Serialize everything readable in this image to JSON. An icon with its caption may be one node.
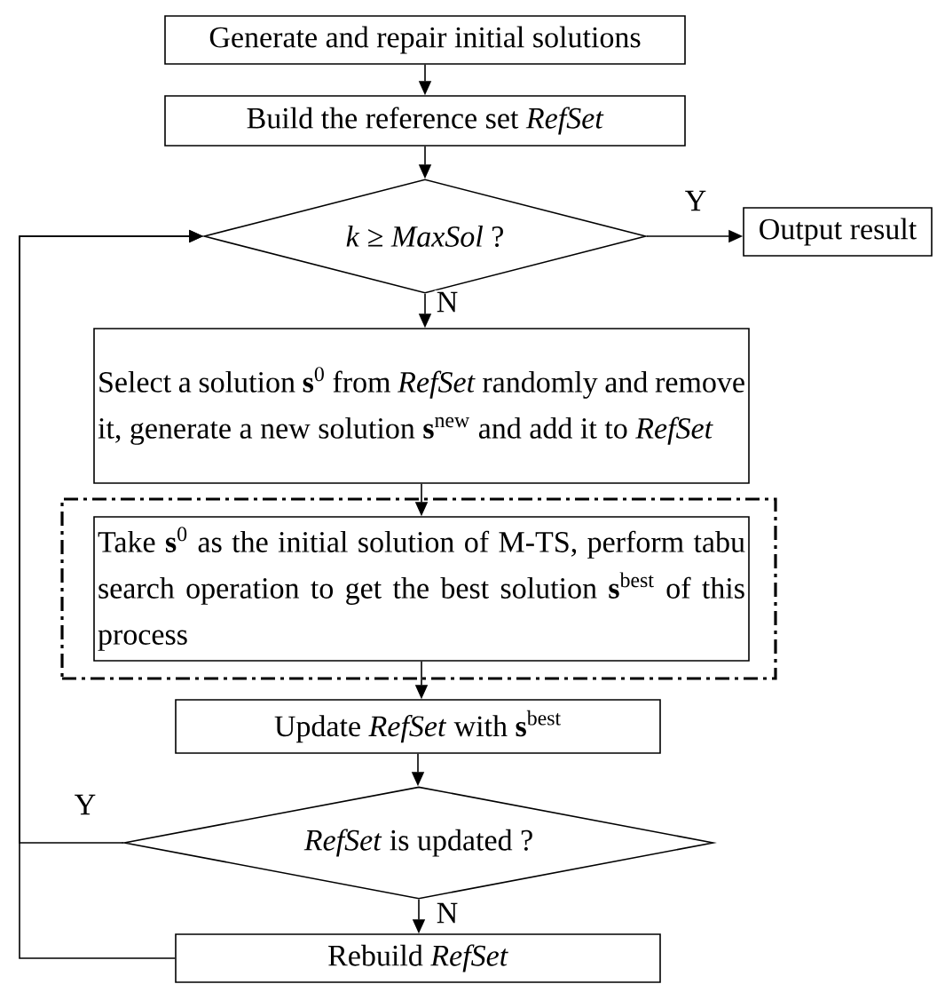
{
  "diagram": {
    "nodes": [
      {
        "text": [
          "Generate and repair initial solutions"
        ]
      },
      {
        "text": [
          "Build the reference set *RefSet*"
        ]
      },
      {
        "text": [
          "*k* ≥ *MaxSol* ?"
        ]
      },
      {
        "text": [
          "Output result"
        ]
      },
      {
        "text": [
          "Select a solution **s**$^{0}$ from *RefSet* randomly and remove it, generate a new solution **s**$^{new}$ and add it to *RefSet*"
        ]
      },
      {
        "text": [],
        "shape": "box"
      },
      {
        "text": [
          "Take **s**$^{0}$ as the initial solution of M-TS, perform tabu search operation to get the best solution **s**$^{best}$ of this process"
        ],
        "in": 5
      },
      {
        "text": [
          "Update *RefSet* with **s**$^{best}$"
        ]
      },
      {
        "text": [
          "*RefSet* is updated ?"
        ]
      },
      {
        "text": [
          "Rebuild *RefSet*"
        ]
      }
    ],
    "edges": [
      {
        "from": 0,
        "to": 1,
        "arrow": "to"
      },
      {
        "from": 1,
        "to": 2,
        "arrow": "to"
      },
      {
        "from": 2,
        "to": 3,
        "arrow": "to",
        "label": "Y"
      },
      {
        "from": 2,
        "to": 4,
        "arrow": "to",
        "label": "N"
      },
      {
        "from": 4,
        "to": 6,
        "arrow": "to"
      },
      {
        "from": 6,
        "to": 7,
        "arrow": "to"
      },
      {
        "from": 7,
        "to": 8,
        "arrow": "to"
      },
      {
        "from": 8,
        "to": 9,
        "arrow": "to",
        "label": "N"
      },
      {
        "from": 8,
        "to": 2,
        "arrow": "to",
        "label": "Y"
      },
      {
        "from": 9,
        "to": 2,
        "arrow": "to"
      }
    ]
  }
}
